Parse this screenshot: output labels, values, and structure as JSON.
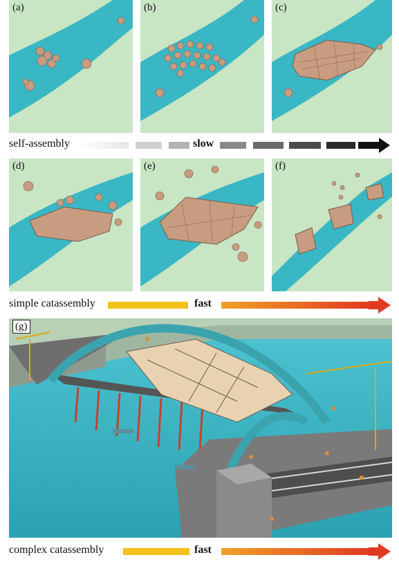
{
  "panels": {
    "a": "(a)",
    "b": "(b)",
    "c": "(c)",
    "d": "(d)",
    "e": "(e)",
    "f": "(f)",
    "g": "(g)"
  },
  "rows": {
    "self_assembly": {
      "label": "self-assembly",
      "speed": "slow"
    },
    "simple": {
      "label": "simple catassembly",
      "speed": "fast"
    },
    "complex": {
      "label": "complex catassembly",
      "speed": "fast"
    }
  },
  "colors": {
    "land": "#c8e5c4",
    "river": "#3ab7c4",
    "piece": "#c79c80",
    "grey_arrow_end": "#111111",
    "fast_start": "#f2c21a",
    "fast_end": "#e13a22"
  }
}
